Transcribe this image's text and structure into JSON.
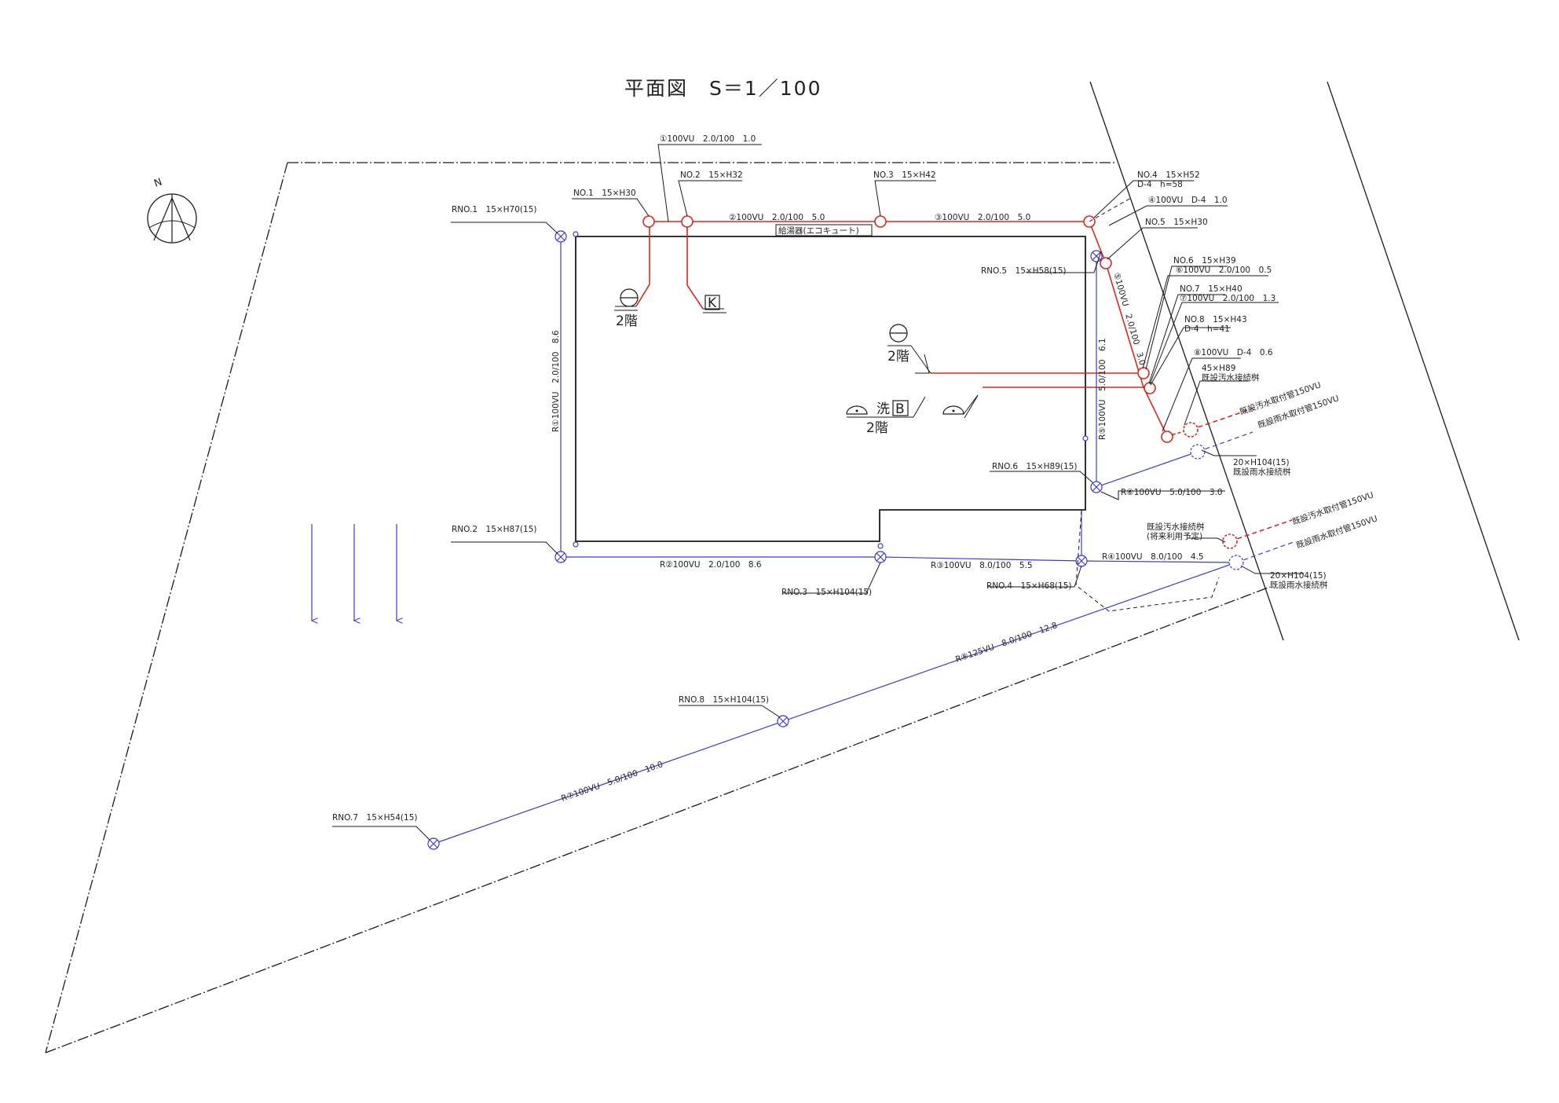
{
  "title": "平面図　S＝1／100",
  "compass": {
    "icon": "north-arrow-icon",
    "label": "N"
  },
  "colors": {
    "sewer": "#d42a1e",
    "rain": "#3b3bc8",
    "line": "#1a1a1a"
  },
  "sewer_labels": {
    "pipe1": "①100VU　2.0/100　1.0",
    "no1": "NO.1　15×H30",
    "no2": "NO.2　15×H32",
    "pipe2": "②100VU　2.0/100　5.0",
    "no3": "NO.3　15×H42",
    "pipe3": "③100VU　2.0/100　5.0",
    "no4": "NO.4　15×H52",
    "no4_sub": "D-4　h=58",
    "pipe4": "④100VU　D-4　1.0",
    "no5": "NO.5　15×H30",
    "heater": "給湯器(エコキュート)",
    "pipe5": "⑤100VU　2.0/100　3.0",
    "no6": "NO.6　15×H39",
    "pipe6": "⑥100VU　2.0/100　0.5",
    "no7": "NO.7　15×H40",
    "pipe7": "⑦100VU　2.0/100　1.3",
    "no8": "NO.8　15×H43",
    "no8_sub": "D-4　h=41",
    "pipe8": "⑧100VU　D-4　0.6",
    "exist_size": "45×H89",
    "exist_name": "既設汚水接続桝",
    "exist_pipe": "既設汚水取付管150VU",
    "future_name": "既設汚水接続桝",
    "future_note": "(将来利用予定)",
    "future_pipe": "既設汚水取付管150VU"
  },
  "fixtures": {
    "f1_floor": "2階",
    "k_box": "K",
    "f2_floor": "2階",
    "wash": "洗",
    "b_box": "B",
    "f3_floor": "2階"
  },
  "rain_labels": {
    "rno1": "RNO.1　15×H70(15)",
    "rpipe1": "R①100VU　2.0/100　8.6",
    "rno2": "RNO.2　15×H87(15)",
    "rpipe2": "R②100VU　2.0/100　8.6",
    "rno3": "RNO.3　15×H104(15)",
    "rpipe3": "R③100VU　8.0/100　5.5",
    "rno4": "RNO.4　15×H68(15)",
    "rpipe4": "R④100VU　8.0/100　4.5",
    "rno5": "RNO.5　15×H58(15)",
    "rpipe5": "R⑤100VU　5.0/100　6.1",
    "rno6": "RNO.6　15×H89(15)",
    "rpipe6": "R⑥100VU　5.0/100　3.0",
    "rno7": "RNO.7　15×H54(15)",
    "rpipe7": "R⑦100VU　5.0/100　10.0",
    "rno8": "RNO.8　15×H104(15)",
    "rpipe8": "R⑧125VU　8.0/100　12.8",
    "exist1_size": "20×H104(15)",
    "exist1_name": "既設雨水接続桝",
    "exist1_pipe": "既設雨水取付管150VU",
    "exist2_size": "20×H104(15)",
    "exist2_name": "既設雨水接続桝",
    "exist2_pipe": "既設雨水取付管150VU"
  }
}
